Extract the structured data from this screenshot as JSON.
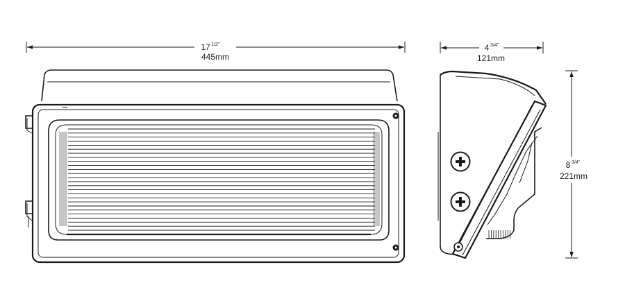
{
  "dimensions": {
    "width": {
      "whole": "17",
      "fraction": "1/2”",
      "metric": "445mm"
    },
    "depth": {
      "whole": "4",
      "fraction": "3/4”",
      "metric": "121mm"
    },
    "height": {
      "whole": "8",
      "fraction": "3/4”",
      "metric": "221mm"
    }
  },
  "colors": {
    "line": "#1a1a1a",
    "background": "#ffffff"
  },
  "icons": {
    "mounting_screw": "phillips-screw-icon",
    "corner_bolt": "bolt-head-icon"
  },
  "louver_count": 26
}
